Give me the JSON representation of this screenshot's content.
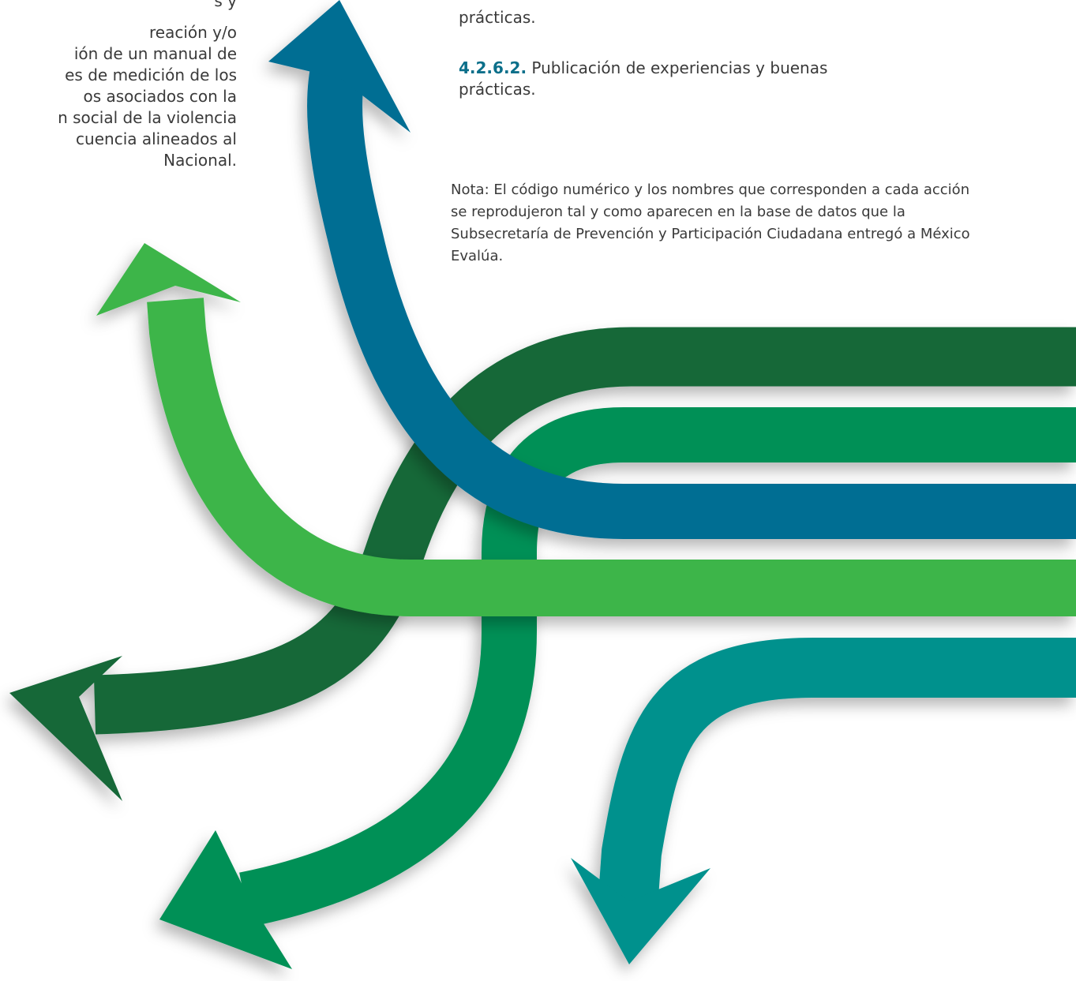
{
  "left_text": {
    "lines": [
      "s y",
      "reación y/o",
      "ión de un manual de",
      "es de medición de los",
      "os asociados con la",
      "n social de la violencia",
      "cuencia alineados al",
      "Nacional."
    ]
  },
  "right_text": {
    "item1_tail": "prácticas.",
    "item2_code": "4.2.6.2.",
    "item2_text": " Publicación de experiencias y buenas",
    "item2_tail": "prácticas."
  },
  "note": "Nota: El código numérico y los nombres que corresponden a cada acción se reprodujeron tal y como aparecen en la base de datos que la Subsecretaría de Prevención y Participación Ciudadana entregó a México Evalúa.",
  "colors": {
    "dark_green": "#136839",
    "mid_green": "#009057",
    "blue": "#006e93",
    "light_green": "#3cb54a",
    "teal": "#00918d",
    "text": "#3a3a3a",
    "code": "#0b6f8a"
  },
  "graphic": {
    "arrows": [
      {
        "name": "dark-green-arrow",
        "direction": "down-left"
      },
      {
        "name": "mid-green-arrow",
        "direction": "down-left"
      },
      {
        "name": "blue-arrow",
        "direction": "up"
      },
      {
        "name": "light-green-arrow",
        "direction": "up-left"
      },
      {
        "name": "teal-arrow",
        "direction": "down"
      }
    ]
  }
}
